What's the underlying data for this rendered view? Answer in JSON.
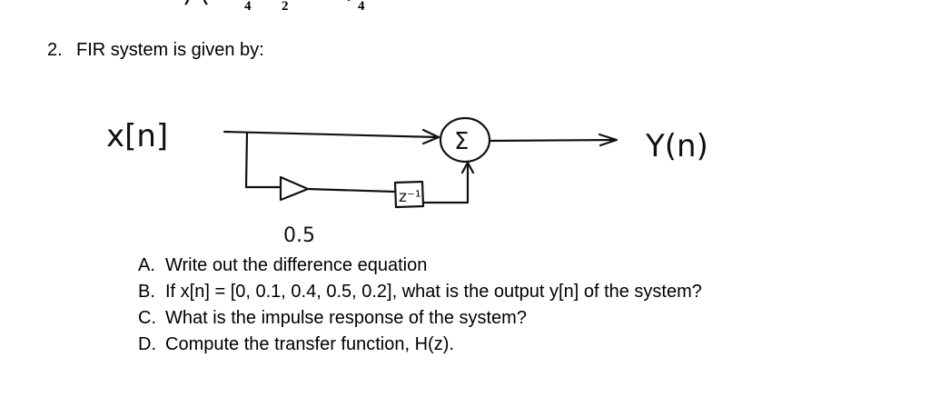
{
  "top_fragment": {
    "tokens": [
      "4",
      "2",
      "4"
    ]
  },
  "question": {
    "number": "2.",
    "text": "FIR system is given by:"
  },
  "diagram": {
    "input_label": "x[n]",
    "output_label": "Y(n)",
    "summer_symbol": "Σ",
    "delay_label": "z⁻¹",
    "gain_value": "0.5",
    "ink_color": "#111111"
  },
  "subparts": [
    {
      "letter": "A.",
      "text": "Write out the difference equation"
    },
    {
      "letter": "B.",
      "text": "If x[n] = [0, 0.1, 0.4, 0.5, 0.2], what is the output y[n] of the system?"
    },
    {
      "letter": "C.",
      "text": "What is the impulse response of the system?"
    },
    {
      "letter": "D.",
      "text": "Compute the transfer function, H(z)."
    }
  ]
}
